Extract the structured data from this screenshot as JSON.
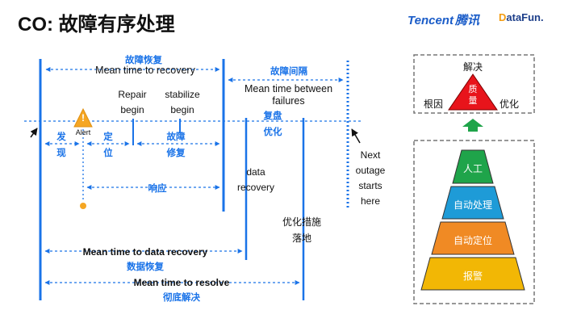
{
  "title": "CO: 故障有序处理",
  "logos": {
    "tencent": "Tencent",
    "tencent_cn": "腾讯",
    "datafun_prefix": "D",
    "datafun_rest": "ataFun."
  },
  "timeline": {
    "recovery_cn": "故障恢复",
    "recovery_en": "Mean time to recovery",
    "between_cn": "故障间隔",
    "between_en_1": "Mean time between",
    "between_en_2": "failures",
    "repair_1": "Repair",
    "repair_2": "begin",
    "stabilize_1": "stabilize",
    "stabilize_2": "begin",
    "review": "复盘",
    "optimize": "优化",
    "discover_1": "发",
    "discover_2": "现",
    "locate_1": "定",
    "locate_2": "位",
    "fix_1": "故障",
    "fix_2": "修复",
    "alert": "Alert",
    "alert_mark": "!",
    "respond": "响应",
    "data_1": "data",
    "data_2": "recovery",
    "measures_1": "优化措施",
    "measures_2": "落地",
    "next_1": "Next",
    "next_2": "outage",
    "next_3": "starts",
    "next_4": "here",
    "mttdr_en": "Mean time to data recovery",
    "mttdr_cn": "数据恢复",
    "mttr_en": "Mean time to resolve",
    "mttr_cn": "彻底解决"
  },
  "pyramid": {
    "top_label": "解决",
    "left_label": "根因",
    "right_label": "优化",
    "quality_1": "质",
    "quality_2": "量",
    "layers": [
      "人工",
      "自动处理",
      "自动定位",
      "报警"
    ]
  },
  "colors": {
    "line_blue": "#1a73e8",
    "manual": "#1fa44a",
    "auto_handle": "#1e9bd7",
    "auto_locate": "#f08a24",
    "alarm": "#f2b705",
    "quality": "#e8141b",
    "arrow_up": "#1fa44a",
    "alert_dot": "#f5a623"
  }
}
